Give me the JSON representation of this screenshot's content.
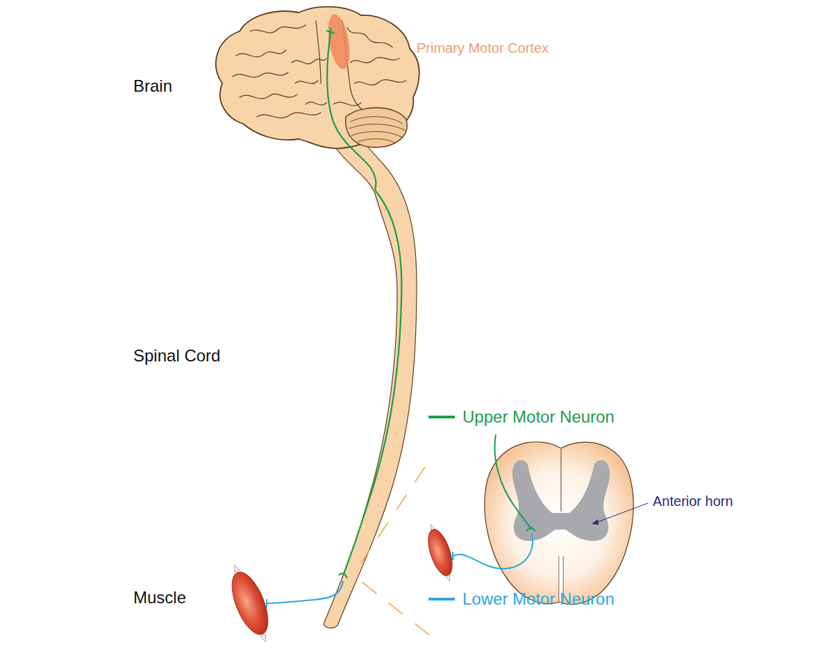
{
  "diagram": {
    "labels": [
      "Primary Motor Cortex",
      "Brain",
      "Spinal Cord",
      "Muscle",
      "Anterior horn"
    ],
    "legend": [
      {
        "text": "Upper Motor Neuron"
      },
      {
        "text": "Lower Motor Neuron"
      }
    ]
  }
}
